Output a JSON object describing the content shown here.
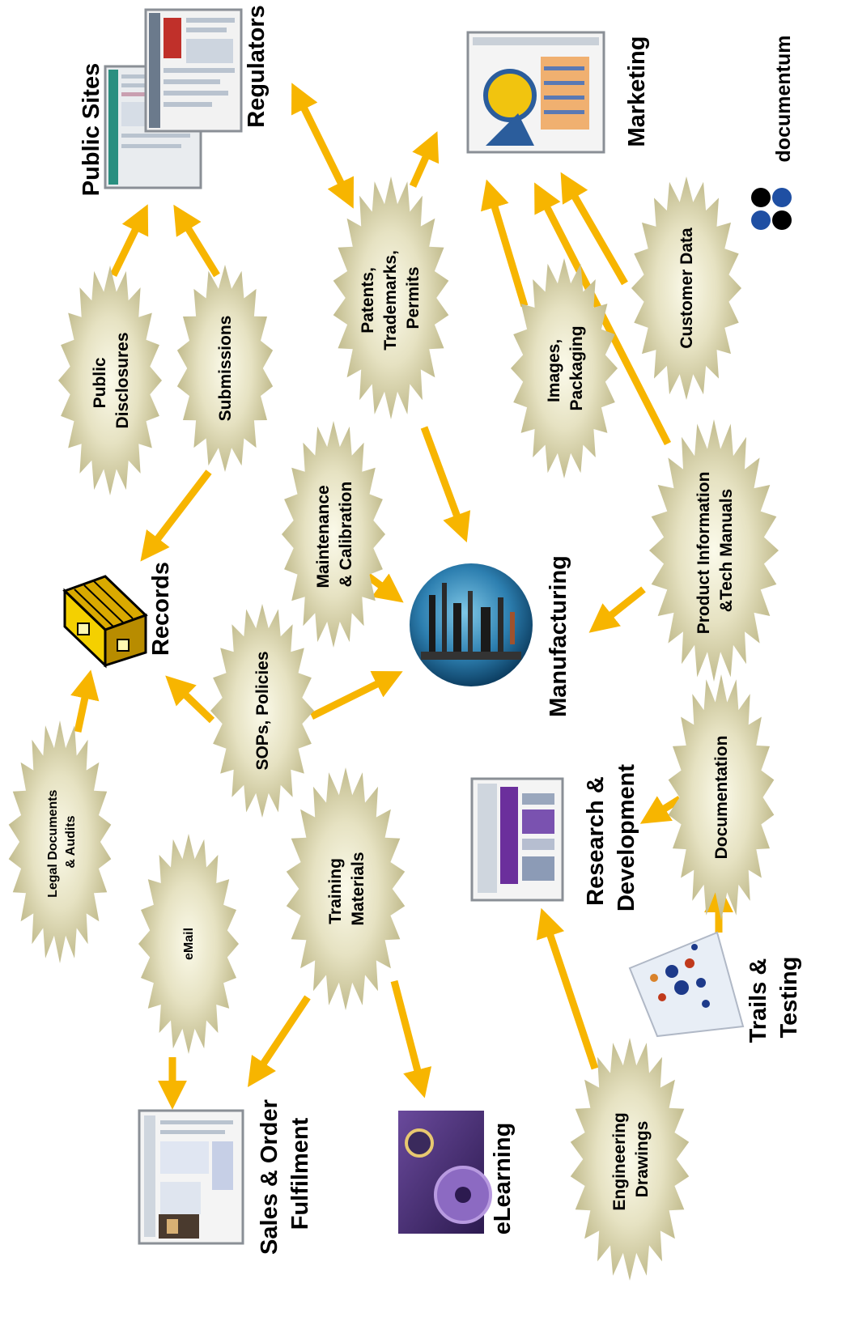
{
  "colors": {
    "arrow": "#F7B500",
    "burst_fill": "#C8C39A",
    "burst_center": "#FBFAEA",
    "text": "#000000",
    "logo_blue": "#1f4fa3"
  },
  "hubs": {
    "public_sites": "Public Sites",
    "regulators": "Regulators",
    "marketing": "Marketing",
    "records": "Records",
    "manufacturing": "Manufacturing",
    "research_development": [
      "Research &",
      "Development"
    ],
    "trails_testing": [
      "Trails &",
      "Testing"
    ],
    "sales_order": [
      "Sales & Order",
      "Fulfilment"
    ],
    "elearning": "eLearning"
  },
  "bursts": {
    "public_disclosures": [
      "Public",
      "Disclosures"
    ],
    "submissions": "Submissions",
    "patents": [
      "Patents,",
      "Trademarks,",
      "Permits"
    ],
    "maintenance": [
      "Maintenance",
      "& Calibration"
    ],
    "images_packaging": [
      "Images,",
      "Packaging"
    ],
    "customer_data": "Customer Data",
    "product_info": [
      "Product Information",
      "&Tech Manuals"
    ],
    "sops": "SOPs, Policies",
    "legal": [
      "Legal Documents",
      "& Audits"
    ],
    "email": "eMail",
    "training": [
      "Training",
      "Materials"
    ],
    "documentation": "Documentation",
    "engineering": [
      "Engineering",
      "Drawings"
    ]
  },
  "logo": {
    "name": "documentum"
  }
}
